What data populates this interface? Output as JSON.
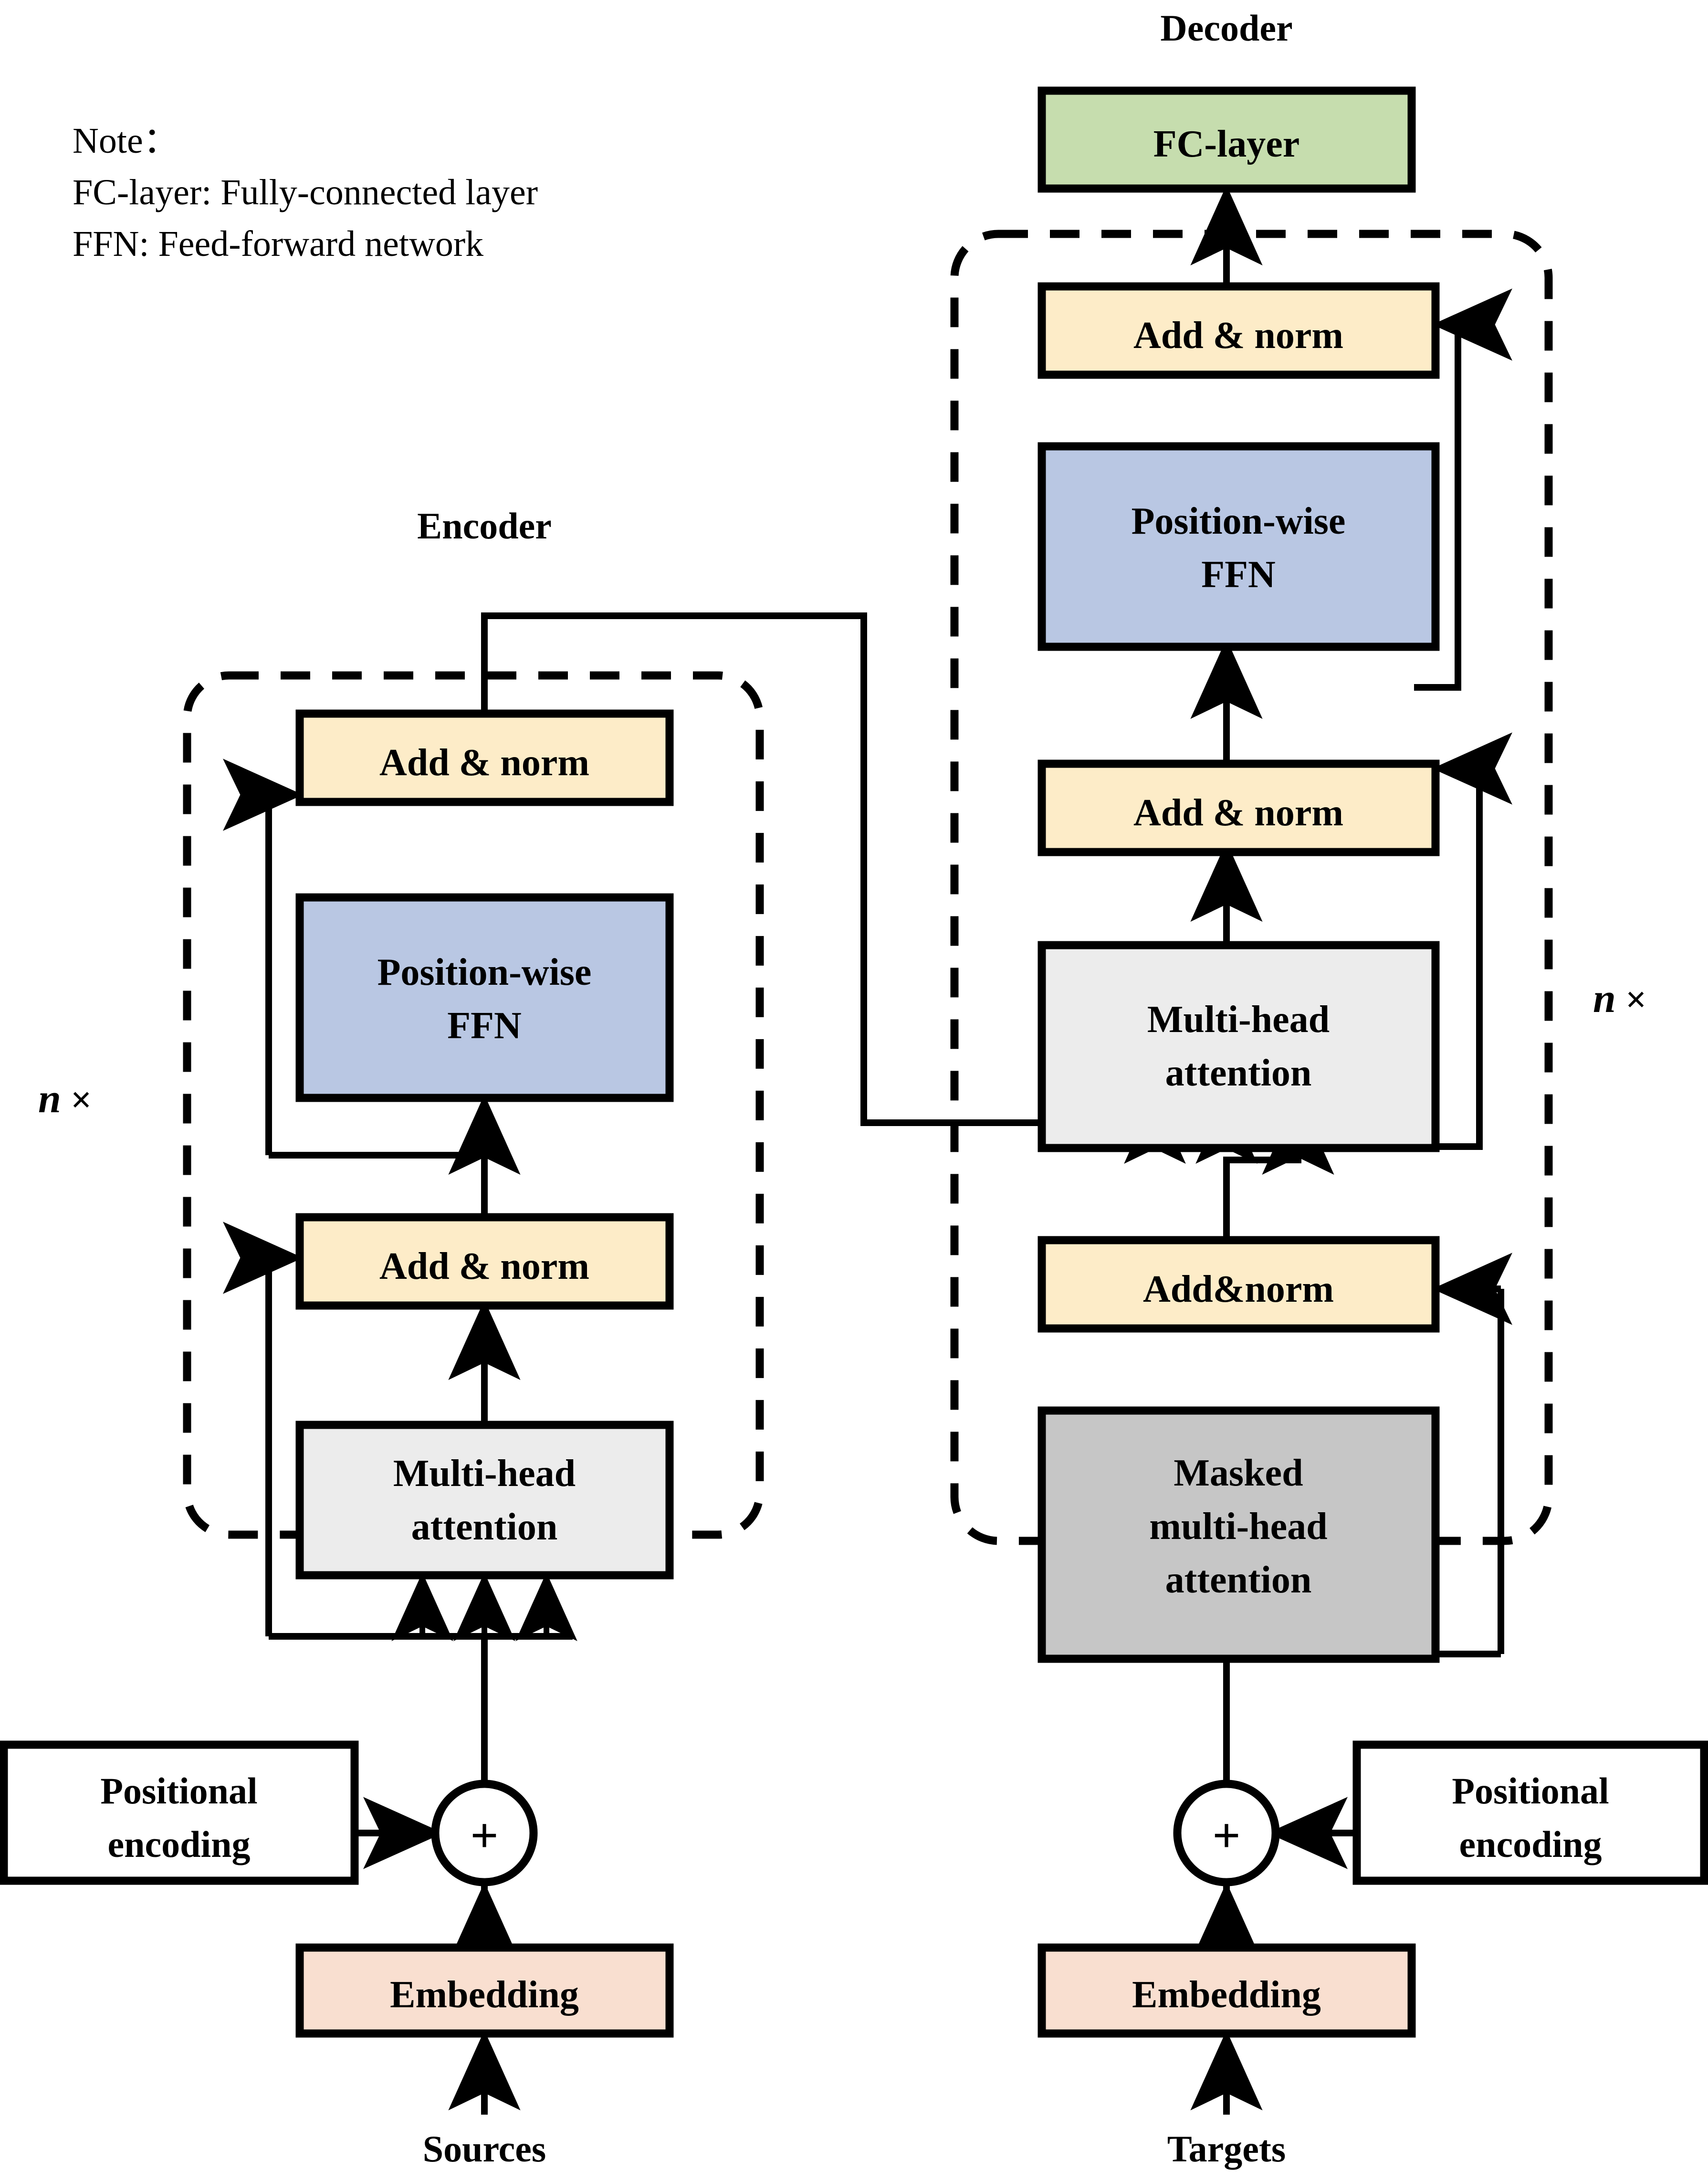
{
  "diagram": {
    "title_encoder": "Encoder",
    "title_decoder": "Decoder",
    "note": {
      "heading": "Note：",
      "line1": "FC-layer: Fully-connected layer",
      "line2": "FFN: Feed-forward network"
    },
    "repeat_label_left": "n",
    "repeat_label_left_times": "×",
    "repeat_label_right": "n",
    "repeat_label_right_times": "×",
    "colors": {
      "add_norm": "#FDECC8",
      "ffn": "#B9C7E3",
      "attention": "#ECECEC",
      "masked_attention": "#C6C6C6",
      "embedding": "#F9DFD0",
      "fc_layer": "#C6DDAE",
      "white": "#FFFFFF",
      "stroke": "#000000"
    },
    "encoder": {
      "add_norm_top": "Add & norm",
      "ffn": "Position-wise\nFFN",
      "ffn_line1": "Position-wise",
      "ffn_line2": "FFN",
      "add_norm_bottom": "Add & norm",
      "attention_line1": "Multi-head",
      "attention_line2": "attention",
      "positional_encoding_line1": "Positional",
      "positional_encoding_line2": "encoding",
      "adder": "+",
      "embedding": "Embedding",
      "input": "Sources"
    },
    "decoder": {
      "fc_layer": "FC-layer",
      "add_norm_top": "Add & norm",
      "ffn_line1": "Position-wise",
      "ffn_line2": "FFN",
      "add_norm_mid": "Add & norm",
      "attention_line1": "Multi-head",
      "attention_line2": "attention",
      "add_norm_bottom": "Add&norm",
      "masked_attention_line1": "Masked",
      "masked_attention_line2": "multi-head",
      "masked_attention_line3": "attention",
      "positional_encoding_line1": "Positional",
      "positional_encoding_line2": "encoding",
      "adder": "+",
      "embedding": "Embedding",
      "input": "Targets"
    }
  }
}
